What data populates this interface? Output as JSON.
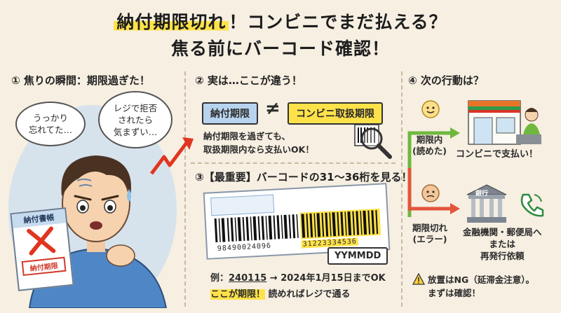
{
  "title": {
    "line1_highlight": "納付期限切れ",
    "line1_rest": "！コンビニでまだ払える？",
    "line2": "焦る前にバーコード確認！"
  },
  "section1": {
    "heading": "① 焦りの瞬間：期限過ぎた！",
    "bubble_left": [
      "うっかり",
      "忘れてた…"
    ],
    "bubble_right": [
      "レジで拒否",
      "されたら",
      "気まずい…"
    ],
    "paper_title": "納付書帳",
    "paper_stamp": "納付期限"
  },
  "section2": {
    "heading": "② 実は…ここが違う！",
    "tag_left": "納付期限",
    "neq": "≠",
    "tag_right": "コンビニ取扱期限",
    "note_line1": "納付期限を過ぎても、",
    "note_line2": "取扱期限内なら支払いOK！"
  },
  "section3": {
    "heading": "③【最重要】バーコードの31〜36桁を見る！",
    "barcode_left_digits": "98490024096",
    "barcode_highlight_digits": "31223334536",
    "format_label": "YYMMDD",
    "example_prefix": "例：",
    "example_value": "240115",
    "example_arrow": "→",
    "example_result": "2024年1月15日までOK",
    "footer_highlight": "ここが期限！",
    "footer_rest": "読めればレジで通る"
  },
  "section4": {
    "heading": "④ 次の行動は？",
    "branch_ok_label": [
      "期限内",
      "(読めた)"
    ],
    "store_label": "コンビニで支払い！",
    "branch_ng_label": [
      "期限切れ",
      "(エラー)"
    ],
    "bank_sign": "銀行",
    "bank_label": [
      "金融機関・郵便局へ",
      "または",
      "再発行依頼"
    ],
    "warning_line1": "放置はNG（延滞金注意）。",
    "warning_line2": "まずは確認！"
  },
  "colors": {
    "background": "#f6efe2",
    "highlight_yellow": "#ffe24a",
    "tag_blue": "#b8d3ee",
    "arrow_red": "#e0351f",
    "branch_green": "#6fb840",
    "branch_red": "#e2553b"
  },
  "icons": [
    "magnifier-icon",
    "barcode-icon",
    "convenience-store-icon",
    "bank-icon",
    "phone-icon",
    "warning-icon",
    "smile-face-icon",
    "worried-face-icon"
  ]
}
